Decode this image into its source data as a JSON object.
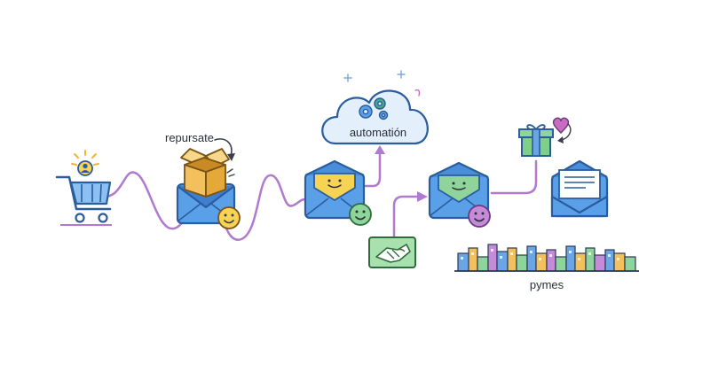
{
  "labels": {
    "repursate": "repursate",
    "automation": "automatión",
    "pymes": "pymes"
  },
  "icons": [
    "shopping-cart-icon",
    "user-sun-icon",
    "open-box-icon",
    "envelope-icon",
    "smiley-icon",
    "cloud-icon",
    "gears-icon",
    "handshake-icon",
    "gift-icon",
    "heart-icon",
    "letter-icon",
    "city-skyline-icon"
  ],
  "colors": {
    "flow_line": "#b07ad0",
    "envelope_blue": "#5aa0e8",
    "envelope_dark": "#2b5c9e",
    "yellow": "#f7d354",
    "green": "#8fd49a",
    "cloud_fill": "#e3f0fb",
    "box": "#f2c15e",
    "gift_green": "#7fcf8a",
    "gift_blue": "#6aa6e6",
    "heart": "#c86cc0"
  }
}
